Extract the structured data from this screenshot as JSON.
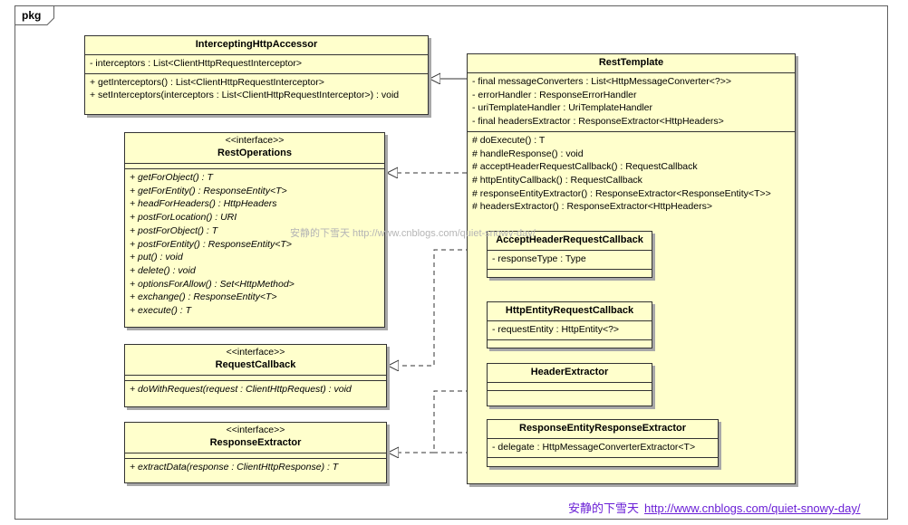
{
  "package": {
    "label": "pkg"
  },
  "classes": {
    "intercepting": {
      "name": "InterceptingHttpAccessor",
      "attributes": [
        "- interceptors : List<ClientHttpRequestInterceptor>"
      ],
      "operations": [
        "+ getInterceptors() : List<ClientHttpRequestInterceptor>",
        "+ setInterceptors(interceptors : List<ClientHttpRequestInterceptor>) : void"
      ]
    },
    "rest_operations": {
      "stereotype": "<<interface>>",
      "name": "RestOperations",
      "operations": [
        "+ getForObject() : T",
        "+ getForEntity() : ResponseEntity<T>",
        "+ headForHeaders() : HttpHeaders",
        "+ postForLocation() : URI",
        "+ postForObject() : T",
        "+ postForEntity() : ResponseEntity<T>",
        "+ put() : void",
        "+ delete() : void",
        "+ optionsForAllow() : Set<HttpMethod>",
        "+ exchange() : ResponseEntity<T>",
        "+ execute() : T"
      ]
    },
    "request_callback": {
      "stereotype": "<<interface>>",
      "name": "RequestCallback",
      "operations": [
        "+ doWithRequest(request : ClientHttpRequest) : void"
      ]
    },
    "response_extractor": {
      "stereotype": "<<interface>>",
      "name": "ResponseExtractor",
      "operations": [
        "+ extractData(response : ClientHttpResponse) : T"
      ]
    },
    "rest_template": {
      "name": "RestTemplate",
      "attributes": [
        "- final  messageConverters : List<HttpMessageConverter<?>>",
        "- errorHandler : ResponseErrorHandler",
        "- uriTemplateHandler : UriTemplateHandler",
        "- final  headersExtractor : ResponseExtractor<HttpHeaders>"
      ],
      "operations": [
        "# doExecute() : T",
        "# handleResponse() : void",
        "# acceptHeaderRequestCallback() : RequestCallback",
        "# httpEntityCallback() : RequestCallback",
        "# responseEntityExtractor() : ResponseExtractor<ResponseEntity<T>>",
        "# headersExtractor() : ResponseExtractor<HttpHeaders>"
      ]
    },
    "accept_header": {
      "name": "AcceptHeaderRequestCallback",
      "attributes": [
        "- responseType : Type"
      ]
    },
    "http_entity": {
      "name": "HttpEntityRequestCallback",
      "attributes": [
        "- requestEntity : HttpEntity<?>"
      ]
    },
    "header_extractor": {
      "name": "HeaderExtractor"
    },
    "response_entity_extractor": {
      "name": "ResponseEntityResponseExtractor",
      "attributes": [
        "- delegate : HttpMessageConverterExtractor<T>"
      ]
    }
  },
  "watermark": {
    "middle": "安静的下雪天   http://www.cnblogs.com/quiet-snowy-day/",
    "footer_text": "安静的下雪天",
    "footer_url": "http://www.cnblogs.com/quiet-snowy-day/"
  },
  "colors": {
    "class_fill": "#ffffcc",
    "border": "#333333",
    "watermark": "#6a1fd6"
  }
}
